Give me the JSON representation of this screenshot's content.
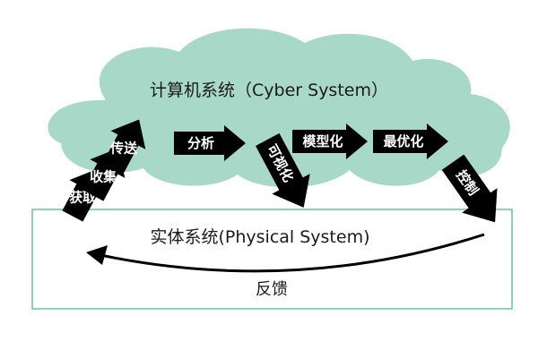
{
  "cyber_system": {
    "label": "计算机系统（Cyber System）",
    "color": "#a8d8c8"
  },
  "physical_system": {
    "label": "实体系统(Physical System)",
    "border_color": "#6dbf9f"
  },
  "feedback": {
    "label": "反馈"
  },
  "steps": [
    {
      "id": "acquire",
      "label": "获取"
    },
    {
      "id": "collect",
      "label": "收集"
    },
    {
      "id": "transmit",
      "label": "传送"
    },
    {
      "id": "analyze",
      "label": "分析"
    },
    {
      "id": "visualize",
      "label": "可视化"
    },
    {
      "id": "model",
      "label": "模型化"
    },
    {
      "id": "optimize",
      "label": "最优化"
    },
    {
      "id": "control",
      "label": "控制"
    }
  ],
  "arrow_color": "#000000"
}
